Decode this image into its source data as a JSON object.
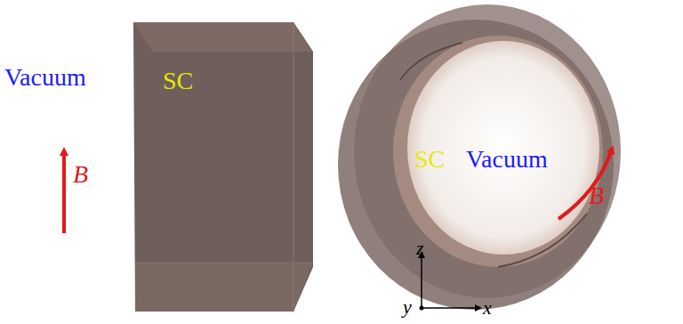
{
  "diagram": {
    "nodes": [
      {
        "text": [
          "SC"
        ]
      },
      {
        "text": [
          "SC",
          "Vacuum"
        ]
      }
    ],
    "labels": [
      "Vacuum",
      "B",
      "B",
      "z",
      "y",
      "x"
    ]
  }
}
